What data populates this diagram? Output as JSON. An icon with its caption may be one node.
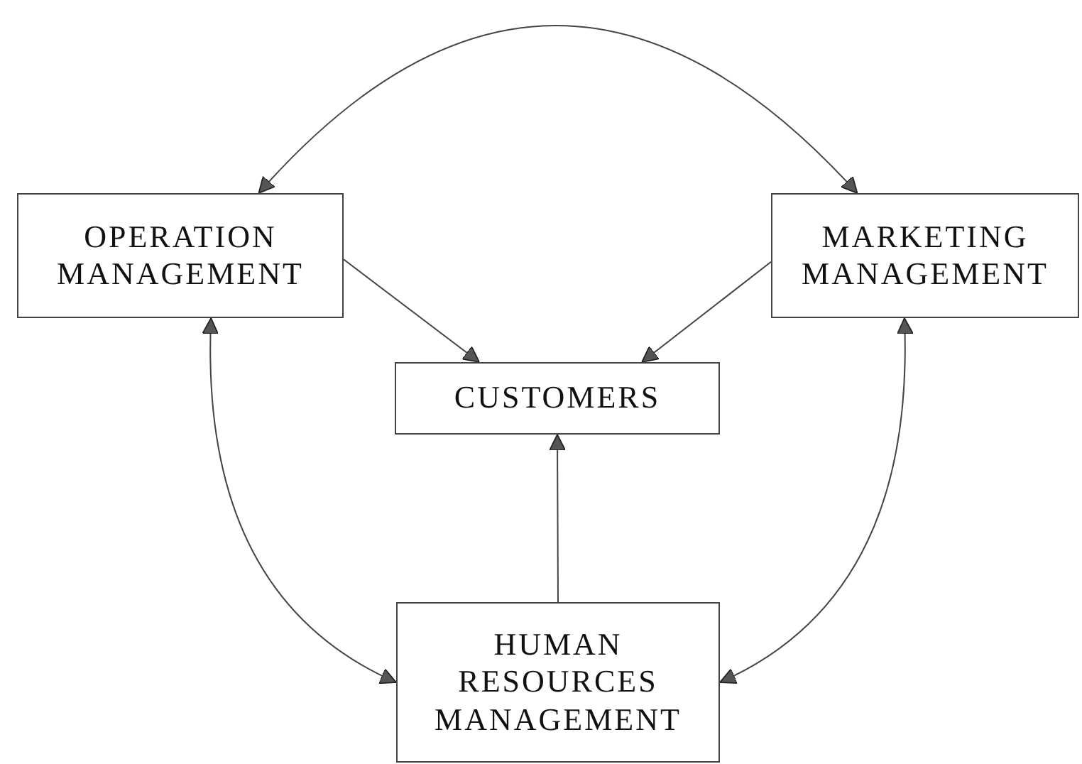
{
  "diagram": {
    "nodes": [
      {
        "text": [
          "OPERATION MANAGEMENT"
        ]
      },
      {
        "text": [
          "MARKETING MANAGEMENT"
        ]
      },
      {
        "text": [
          "CUSTOMERS"
        ]
      },
      {
        "text": [
          "HUMAN RESOURCES MANAGEMENT"
        ]
      }
    ],
    "edges": [
      {
        "from": 0,
        "to": 1,
        "arrow": "both"
      },
      {
        "from": 0,
        "to": 2,
        "arrow": "to"
      },
      {
        "from": 1,
        "to": 2,
        "arrow": "to"
      },
      {
        "from": 3,
        "to": 2,
        "arrow": "to"
      },
      {
        "from": 0,
        "to": 3,
        "arrow": "both"
      },
      {
        "from": 1,
        "to": 3,
        "arrow": "both"
      }
    ]
  }
}
